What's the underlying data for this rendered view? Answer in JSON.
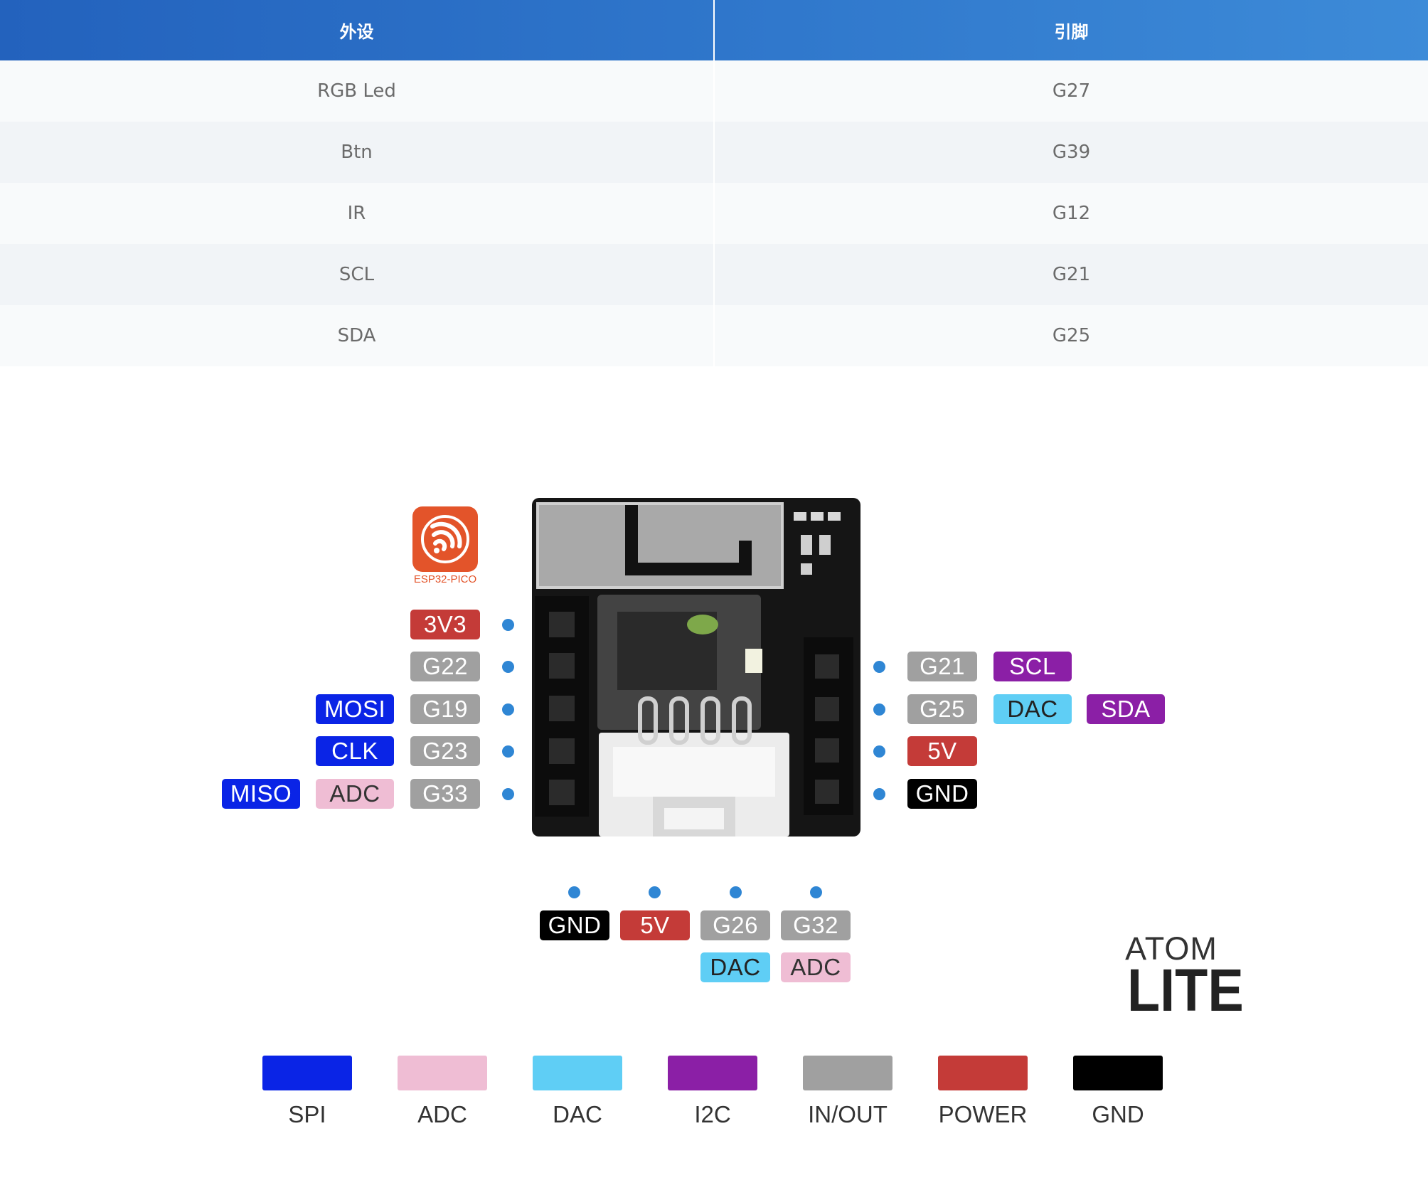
{
  "table": {
    "headers": [
      "外设",
      "引脚"
    ],
    "rows": [
      [
        "RGB Led",
        "G27"
      ],
      [
        "Btn",
        "G39"
      ],
      [
        "IR",
        "G12"
      ],
      [
        "SCL",
        "G21"
      ],
      [
        "SDA",
        "G25"
      ]
    ]
  },
  "logo": {
    "caption": "ESP32-PICO"
  },
  "pins": {
    "left": [
      {
        "pin": "3V3",
        "functions": []
      },
      {
        "pin": "G22",
        "functions": []
      },
      {
        "pin": "G19",
        "functions": [
          "MOSI"
        ]
      },
      {
        "pin": "G23",
        "functions": [
          "CLK"
        ]
      },
      {
        "pin": "G33",
        "functions": [
          "ADC",
          "MISO"
        ]
      }
    ],
    "right": [
      {
        "pin": "G21",
        "functions": [
          "SCL"
        ]
      },
      {
        "pin": "G25",
        "functions": [
          "DAC",
          "SDA"
        ]
      },
      {
        "pin": "5V",
        "functions": []
      },
      {
        "pin": "GND",
        "functions": []
      }
    ],
    "bottom": [
      {
        "pin": "GND",
        "functions": []
      },
      {
        "pin": "5V",
        "functions": []
      },
      {
        "pin": "G26",
        "functions": [
          "DAC"
        ]
      },
      {
        "pin": "G32",
        "functions": [
          "ADC"
        ]
      }
    ]
  },
  "brand": {
    "line1": "ATOM",
    "line2": "LITE"
  },
  "legend": [
    {
      "label": "SPI",
      "color": "#0a24e6"
    },
    {
      "label": "ADC",
      "color": "#efbdd4"
    },
    {
      "label": "DAC",
      "color": "#5fcef5"
    },
    {
      "label": "I2C",
      "color": "#8b1fa6"
    },
    {
      "label": "IN/OUT",
      "color": "#a0a0a0"
    },
    {
      "label": "POWER",
      "color": "#c43b38"
    },
    {
      "label": "GND",
      "color": "#000000"
    }
  ]
}
